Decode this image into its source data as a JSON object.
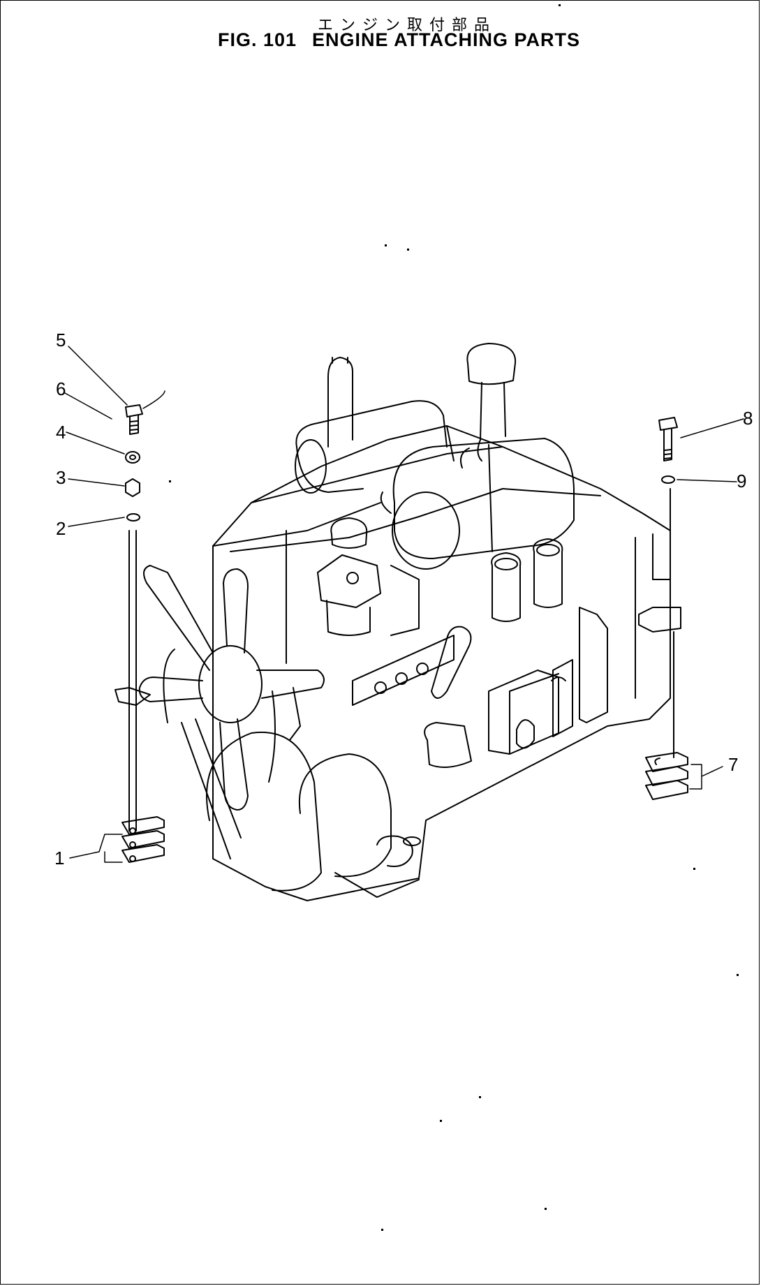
{
  "title": {
    "japanese": "エンジン取付部品",
    "figure_number": "FIG. 101",
    "name": "ENGINE ATTACHING PARTS"
  },
  "callouts": [
    "1",
    "2",
    "3",
    "4",
    "5",
    "6",
    "7",
    "8",
    "9"
  ]
}
